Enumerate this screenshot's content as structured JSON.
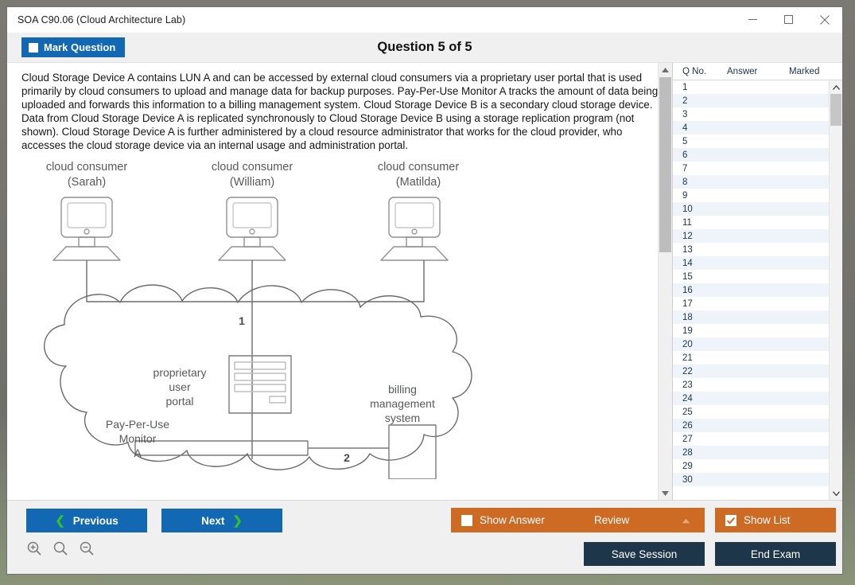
{
  "window": {
    "title": "SOA C90.06 (Cloud Architecture Lab)",
    "minimize_icon": "minimize-icon",
    "maximize_icon": "maximize-icon",
    "close_icon": "close-icon"
  },
  "toolbar": {
    "mark_question_label": "Mark Question",
    "mark_question_checked": false,
    "question_title": "Question 5 of 5"
  },
  "question": {
    "text": "Cloud Storage Device A contains LUN A and can be accessed by external cloud consumers via a proprietary user portal that is used primarily by cloud consumers to upload and manage data for backup purposes. Pay-Per-Use Monitor A tracks the amount of data being uploaded and forwards this information to a billing management system. Cloud Storage Device B is a secondary cloud storage device. Data from Cloud Storage Device A is replicated synchronously to Cloud Storage Device B using a storage replication program (not shown). Cloud Storage Device A is further administered by a cloud resource administrator that works for the cloud provider, who accesses the cloud storage device via an internal usage and administration portal."
  },
  "diagram": {
    "consumers": [
      {
        "role": "cloud consumer",
        "name": "(Sarah)"
      },
      {
        "role": "cloud consumer",
        "name": "(William)"
      },
      {
        "role": "cloud consumer",
        "name": "(Matilda)"
      }
    ],
    "labels": {
      "portal_line1": "proprietary",
      "portal_line2": "user",
      "portal_line3": "portal",
      "billing_line1": "billing",
      "billing_line2": "management",
      "billing_line3": "system",
      "monitor_line1": "Pay-Per-Use",
      "monitor_line2": "Monitor",
      "monitor_line3": "A"
    },
    "connector_numbers": [
      "1",
      "2"
    ]
  },
  "list": {
    "columns": [
      "Q No.",
      "Answer",
      "Marked"
    ],
    "rows": [
      {
        "q": "1",
        "answer": "",
        "marked": ""
      },
      {
        "q": "2",
        "answer": "",
        "marked": ""
      },
      {
        "q": "3",
        "answer": "",
        "marked": ""
      },
      {
        "q": "4",
        "answer": "",
        "marked": ""
      },
      {
        "q": "5",
        "answer": "",
        "marked": ""
      },
      {
        "q": "6",
        "answer": "",
        "marked": ""
      },
      {
        "q": "7",
        "answer": "",
        "marked": ""
      },
      {
        "q": "8",
        "answer": "",
        "marked": ""
      },
      {
        "q": "9",
        "answer": "",
        "marked": ""
      },
      {
        "q": "10",
        "answer": "",
        "marked": ""
      },
      {
        "q": "11",
        "answer": "",
        "marked": ""
      },
      {
        "q": "12",
        "answer": "",
        "marked": ""
      },
      {
        "q": "13",
        "answer": "",
        "marked": ""
      },
      {
        "q": "14",
        "answer": "",
        "marked": ""
      },
      {
        "q": "15",
        "answer": "",
        "marked": ""
      },
      {
        "q": "16",
        "answer": "",
        "marked": ""
      },
      {
        "q": "17",
        "answer": "",
        "marked": ""
      },
      {
        "q": "18",
        "answer": "",
        "marked": ""
      },
      {
        "q": "19",
        "answer": "",
        "marked": ""
      },
      {
        "q": "20",
        "answer": "",
        "marked": ""
      },
      {
        "q": "21",
        "answer": "",
        "marked": ""
      },
      {
        "q": "22",
        "answer": "",
        "marked": ""
      },
      {
        "q": "23",
        "answer": "",
        "marked": ""
      },
      {
        "q": "24",
        "answer": "",
        "marked": ""
      },
      {
        "q": "25",
        "answer": "",
        "marked": ""
      },
      {
        "q": "26",
        "answer": "",
        "marked": ""
      },
      {
        "q": "27",
        "answer": "",
        "marked": ""
      },
      {
        "q": "28",
        "answer": "",
        "marked": ""
      },
      {
        "q": "29",
        "answer": "",
        "marked": ""
      },
      {
        "q": "30",
        "answer": "",
        "marked": ""
      }
    ]
  },
  "footer": {
    "previous_label": "Previous",
    "next_label": "Next",
    "show_answer_label": "Show Answer",
    "show_answer_checked": false,
    "review_label": "Review",
    "show_list_label": "Show List",
    "show_list_checked": true,
    "save_session_label": "Save Session",
    "end_exam_label": "End Exam",
    "zoom_in_icon": "zoom-in-icon",
    "zoom_reset_icon": "zoom-reset-icon",
    "zoom_out_icon": "zoom-out-icon"
  },
  "colors": {
    "primary_blue": "#1268b3",
    "accent_orange": "#cd6a23",
    "dark_navy": "#1d3649",
    "chevron_green": "#2fbf2f",
    "row_alt": "#eef4fa"
  }
}
